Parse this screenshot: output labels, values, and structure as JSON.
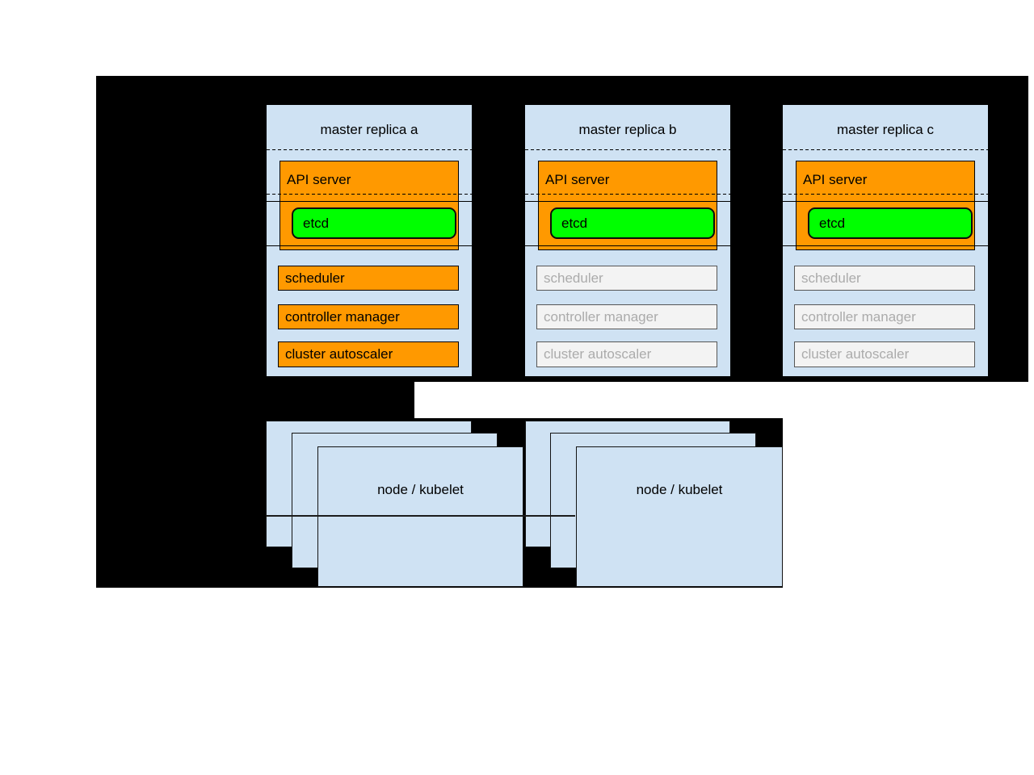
{
  "colors": {
    "panel_black": "#000000",
    "box_blue": "#cfe2f3",
    "active_fill": "#ff9900",
    "etcd_fill": "#00ff00",
    "inactive_fill": "#f3f3f3",
    "inactive_border": "#565656",
    "inactive_text": "#ababab",
    "text": "#000000"
  },
  "masters": [
    {
      "title": "master replica a",
      "api_server_label": "API server",
      "etcd_label": "etcd",
      "scheduler_label": "scheduler",
      "controller_manager_label": "controller manager",
      "cluster_autoscaler_label": "cluster autoscaler",
      "state": "active"
    },
    {
      "title": "master replica b",
      "api_server_label": "API server",
      "etcd_label": "etcd",
      "scheduler_label": "scheduler",
      "controller_manager_label": "controller manager",
      "cluster_autoscaler_label": "cluster autoscaler",
      "state": "inactive"
    },
    {
      "title": "master replica c",
      "api_server_label": "API server",
      "etcd_label": "etcd",
      "scheduler_label": "scheduler",
      "controller_manager_label": "controller manager",
      "cluster_autoscaler_label": "cluster autoscaler",
      "state": "inactive"
    }
  ],
  "nodes": [
    {
      "label": "node / kubelet"
    },
    {
      "label": "node / kubelet"
    }
  ]
}
